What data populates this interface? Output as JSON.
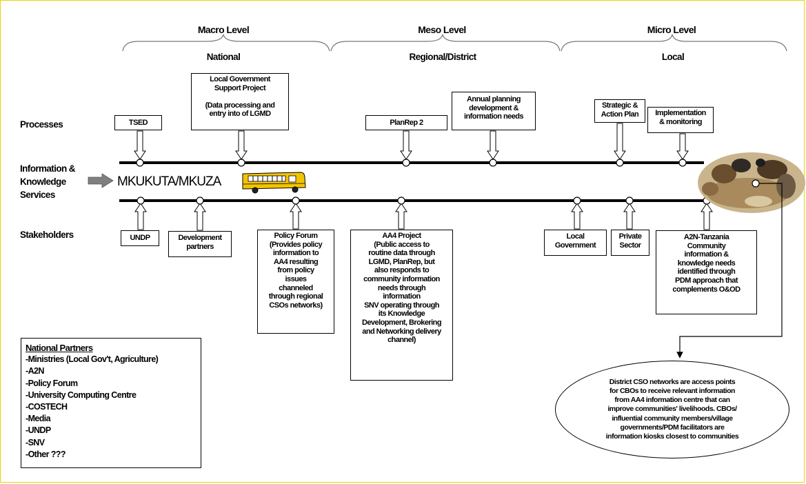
{
  "levels": {
    "macro": {
      "title": "Macro Level",
      "scope": "National"
    },
    "meso": {
      "title": "Meso Level",
      "scope": "Regional/District"
    },
    "micro": {
      "title": "Micro Level",
      "scope": "Local"
    }
  },
  "rows": {
    "processes": "Processes",
    "info_line1": "Information &",
    "info_line2": "Knowledge",
    "info_line3": "Services",
    "stakeholders": "Stakeholders"
  },
  "center_label": "MKUKUTA/MKUZA",
  "processes": [
    {
      "id": "tsed",
      "text": "TSED"
    },
    {
      "id": "lgsp",
      "text": "Local Government\nSupport Project\n\n(Data processing and\nentry into of LGMD"
    },
    {
      "id": "planrep",
      "text": "PlanRep 2"
    },
    {
      "id": "annual",
      "text": "Annual planning\ndevelopment  &\ninformation needs"
    },
    {
      "id": "strategic",
      "text": "Strategic &\nAction Plan"
    },
    {
      "id": "implementation",
      "text": "Implementation\n& monitoring"
    }
  ],
  "stakeholders": [
    {
      "id": "undp",
      "text": "UNDP"
    },
    {
      "id": "dev_partners",
      "text": "Development\npartners"
    },
    {
      "id": "policy_forum",
      "text": "Policy Forum\n(Provides policy\ninformation to\nAA4 resulting\nfrom policy\nissues\nchanneled\nthrough regional\nCSOs networks)"
    },
    {
      "id": "aa4",
      "text": "AA4 Project\n(Public access to\nroutine data through\nLGMD, PlanRep, but\nalso responds to\ncommunity information\nneeds through\ninformation\nSNV operating through\nits Knowledge\nDevelopment, Brokering\nand Networking delivery\nchannel)"
    },
    {
      "id": "local_gov",
      "text": "Local\nGovernment"
    },
    {
      "id": "private",
      "text": "Private\nSector"
    },
    {
      "id": "a2n",
      "text": "A2N-Tanzania\nCommunity\ninformation &\nknowledge needs\nidentified through\nPDM approach that\ncomplements O&OD"
    }
  ],
  "partners": {
    "title": "National Partners",
    "items": [
      "-Ministries (Local Gov't, Agriculture)",
      "-A2N",
      "-Policy Forum",
      "-University Computing Centre",
      "-COSTECH",
      "-Media",
      "-UNDP",
      "-SNV",
      "-Other ???"
    ]
  },
  "ellipse_text": "District CSO networks are access points\nfor CBOs to receive relevant information\nfrom AA4 information centre that can\nimprove communities' livelihoods.  CBOs/\ninfluential community members/village\ngovernments/PDM facilitators are\ninformation kiosks closest to communities",
  "colors": {
    "bus": "#f2c400",
    "arrow": "#7f7f7f",
    "frame": "#e8d600"
  }
}
